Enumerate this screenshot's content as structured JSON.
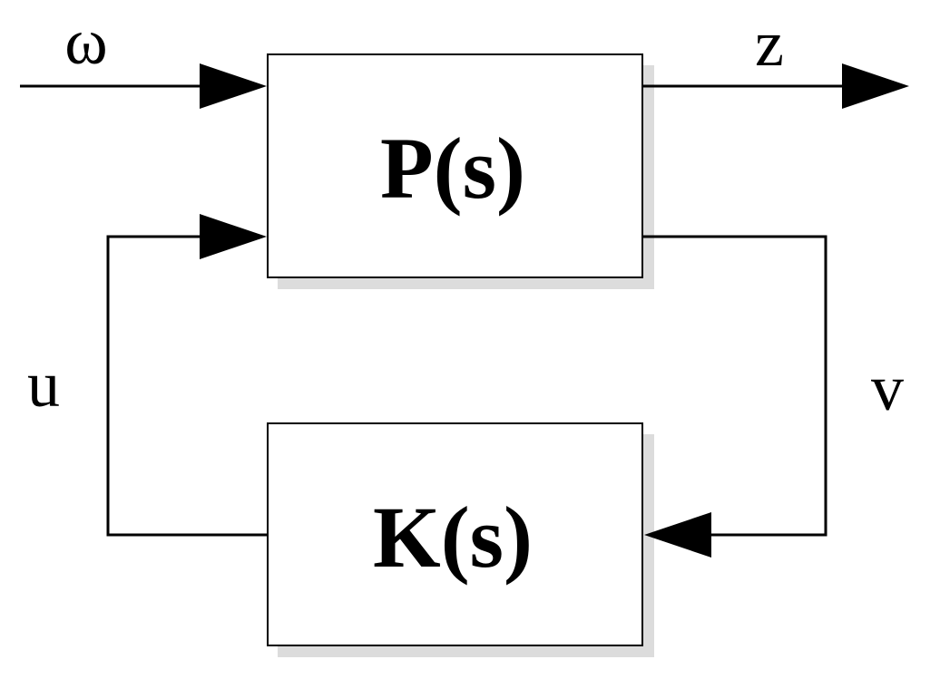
{
  "blocks": {
    "plant": {
      "label": "P(s)"
    },
    "controller": {
      "label": "K(s)"
    }
  },
  "signals": {
    "disturbance_input": {
      "label": "ω"
    },
    "performance_output": {
      "label": "z"
    },
    "control_input": {
      "label": "u"
    },
    "measured_output": {
      "label": "v"
    }
  },
  "colors": {
    "line": "#000000",
    "box_border": "#000000",
    "box_fill": "#ffffff",
    "box_shadow": "#dcdcdc",
    "text": "#000000"
  }
}
